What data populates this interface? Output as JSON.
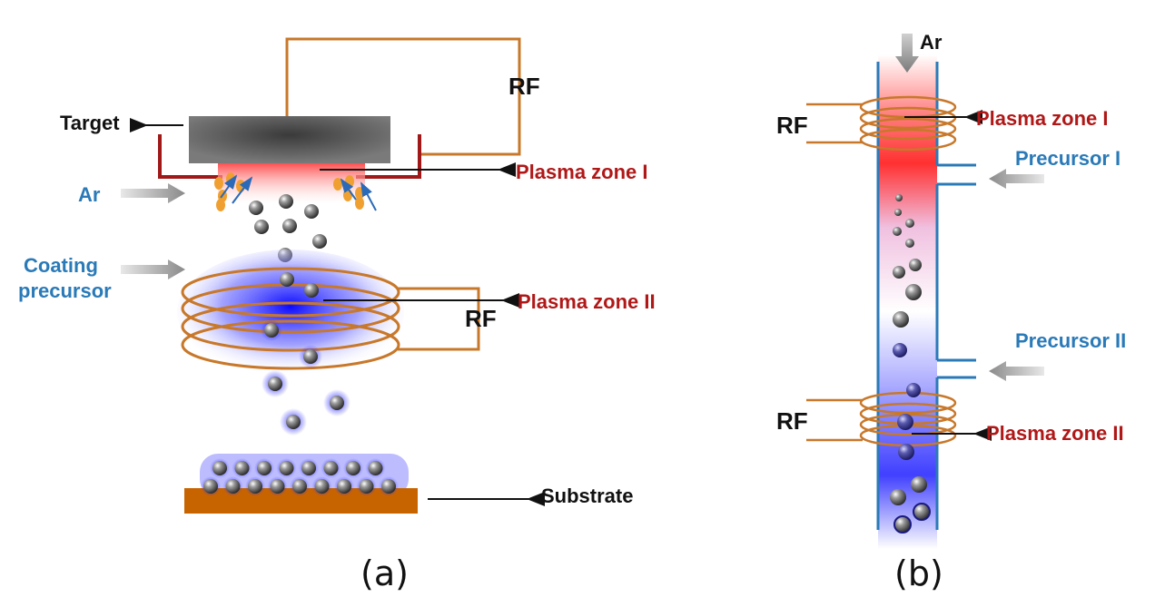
{
  "panel_a": {
    "caption": "(a)",
    "rf_top": "RF",
    "rf_coil": "RF",
    "target": "Target",
    "ar": "Ar",
    "plasma_zone_1": "Plasma zone I",
    "coating_line1": "Coating",
    "coating_line2": "precursor",
    "plasma_zone_2": "Plasma zone II",
    "substrate": "Substrate"
  },
  "panel_b": {
    "caption": "(b)",
    "ar": "Ar",
    "rf_top": "RF",
    "plasma_zone_1": "Plasma zone I",
    "precursor_1": "Precursor I",
    "precursor_2": "Precursor II",
    "rf_bottom": "RF",
    "plasma_zone_2": "Plasma zone II"
  },
  "colors": {
    "plasma_red": "#ff2a2a",
    "plasma_blue": "#1a1aff",
    "rf_wire": "#c8782a",
    "electrode": "#a01818",
    "substrate": "#c86400",
    "tube": "#2a7ab8",
    "label_red": "#b01818",
    "label_blue": "#2a7ab8"
  }
}
